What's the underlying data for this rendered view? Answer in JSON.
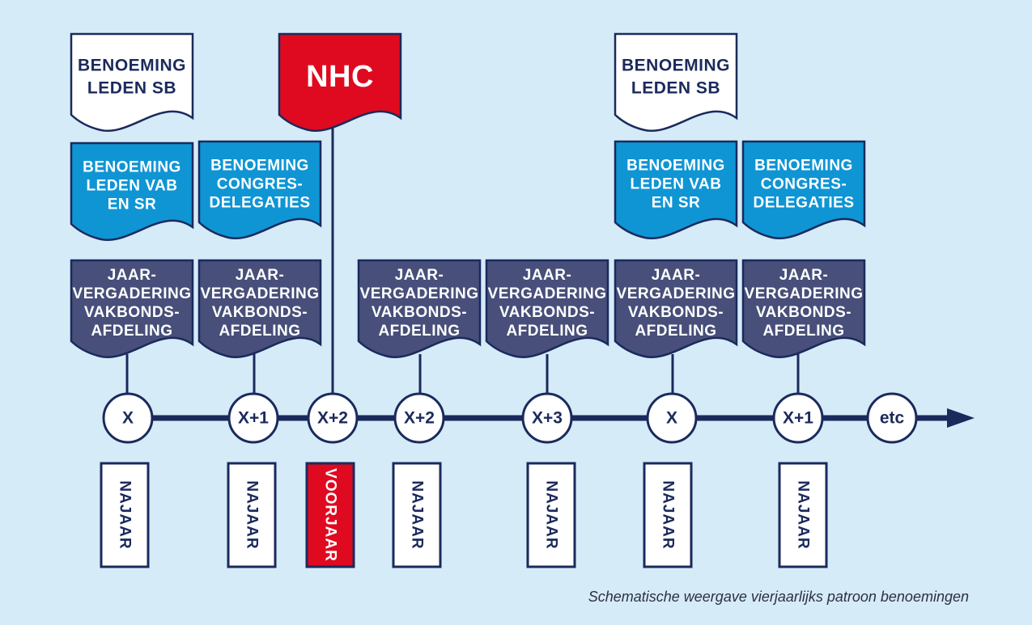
{
  "colors": {
    "background": "#d5ebf8",
    "navy": "#1b2a5c",
    "slate": "#474f7a",
    "blue": "#0f95d4",
    "red": "#df0a20",
    "white": "#ffffff"
  },
  "documents": [
    {
      "id": "sb-1",
      "style": "white",
      "lines": [
        "BENOEMING",
        "LEDEN SB"
      ]
    },
    {
      "id": "vab-1",
      "style": "blue",
      "lines": [
        "BENOEMING",
        "LEDEN VAB",
        "EN SR"
      ]
    },
    {
      "id": "congres-1",
      "style": "blue",
      "lines": [
        "BENOEMING",
        "CONGRES-",
        "DELEGATIES"
      ]
    },
    {
      "id": "nhc",
      "style": "red",
      "lines": [
        "NHC"
      ]
    },
    {
      "id": "sb-2",
      "style": "white",
      "lines": [
        "BENOEMING",
        "LEDEN SB"
      ]
    },
    {
      "id": "vab-2",
      "style": "blue",
      "lines": [
        "BENOEMING",
        "LEDEN VAB",
        "EN SR"
      ]
    },
    {
      "id": "congres-2",
      "style": "blue",
      "lines": [
        "BENOEMING",
        "CONGRES-",
        "DELEGATIES"
      ]
    },
    {
      "id": "jaar-1",
      "style": "slate",
      "lines": [
        "JAAR-",
        "VERGADERING",
        "VAKBONDS-",
        "AFDELING"
      ]
    },
    {
      "id": "jaar-2",
      "style": "slate",
      "lines": [
        "JAAR-",
        "VERGADERING",
        "VAKBONDS-",
        "AFDELING"
      ]
    },
    {
      "id": "jaar-3",
      "style": "slate",
      "lines": [
        "JAAR-",
        "VERGADERING",
        "VAKBONDS-",
        "AFDELING"
      ]
    },
    {
      "id": "jaar-4",
      "style": "slate",
      "lines": [
        "JAAR-",
        "VERGADERING",
        "VAKBONDS-",
        "AFDELING"
      ]
    },
    {
      "id": "jaar-5",
      "style": "slate",
      "lines": [
        "JAAR-",
        "VERGADERING",
        "VAKBONDS-",
        "AFDELING"
      ]
    },
    {
      "id": "jaar-6",
      "style": "slate",
      "lines": [
        "JAAR-",
        "VERGADERING",
        "VAKBONDS-",
        "AFDELING"
      ]
    }
  ],
  "timeline_nodes": [
    {
      "id": "n1",
      "label": "X"
    },
    {
      "id": "n2",
      "label": "X+1"
    },
    {
      "id": "n3",
      "label": "X+2"
    },
    {
      "id": "n4",
      "label": "X+2"
    },
    {
      "id": "n5",
      "label": "X+3"
    },
    {
      "id": "n6",
      "label": "X"
    },
    {
      "id": "n7",
      "label": "X+1"
    },
    {
      "id": "n8",
      "label": "etc"
    }
  ],
  "seasons": [
    {
      "id": "s1",
      "label": "NAJAAR",
      "style": "white"
    },
    {
      "id": "s2",
      "label": "NAJAAR",
      "style": "white"
    },
    {
      "id": "s3",
      "label": "VOORJAAR",
      "style": "red"
    },
    {
      "id": "s4",
      "label": "NAJAAR",
      "style": "white"
    },
    {
      "id": "s5",
      "label": "NAJAAR",
      "style": "white"
    },
    {
      "id": "s6",
      "label": "NAJAAR",
      "style": "white"
    },
    {
      "id": "s7",
      "label": "NAJAAR",
      "style": "white"
    }
  ],
  "caption": "Schematische weergave vierjaarlijks patroon benoemingen"
}
